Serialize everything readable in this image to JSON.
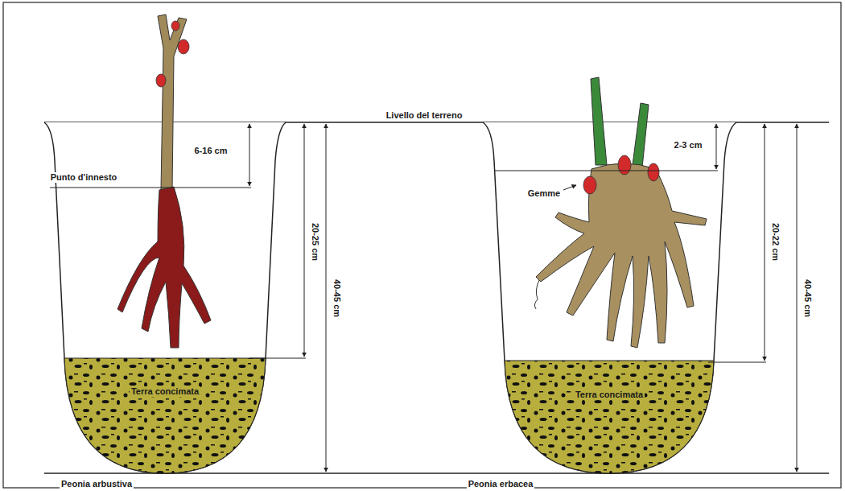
{
  "diagram": {
    "labels": [
      "Livello del terreno",
      "6-16 cm",
      "Punto d'innesto",
      "20-25 cm",
      "40-45 cm",
      "Terra concimata",
      "Peonia arbustiva",
      "2-3 cm",
      "Gemme",
      "20-22 cm",
      "40-45 cm",
      "Terra concimata",
      "Peonia erbacea"
    ]
  }
}
